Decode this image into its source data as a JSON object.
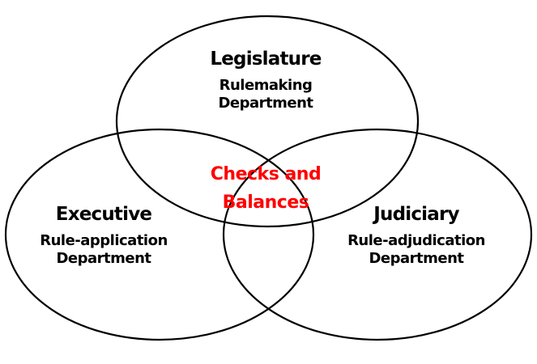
{
  "diagram": {
    "type": "venn-3",
    "sets": [
      {
        "name": "Legislature",
        "description_line1": "Rulemaking",
        "description_line2": "Department",
        "position": "top"
      },
      {
        "name": "Executive",
        "description_line1": "Rule-application",
        "description_line2": "Department",
        "position": "bottom-left"
      },
      {
        "name": "Judiciary",
        "description_line1": "Rule-adjudication",
        "description_line2": "Department",
        "position": "bottom-right"
      }
    ],
    "intersection": {
      "line1": "Checks and",
      "line2": "Balances"
    }
  },
  "colors": {
    "background": "#ffffff",
    "circle_stroke": "#000000",
    "set_text": "#000000",
    "intersection_text": "#ff0000"
  }
}
